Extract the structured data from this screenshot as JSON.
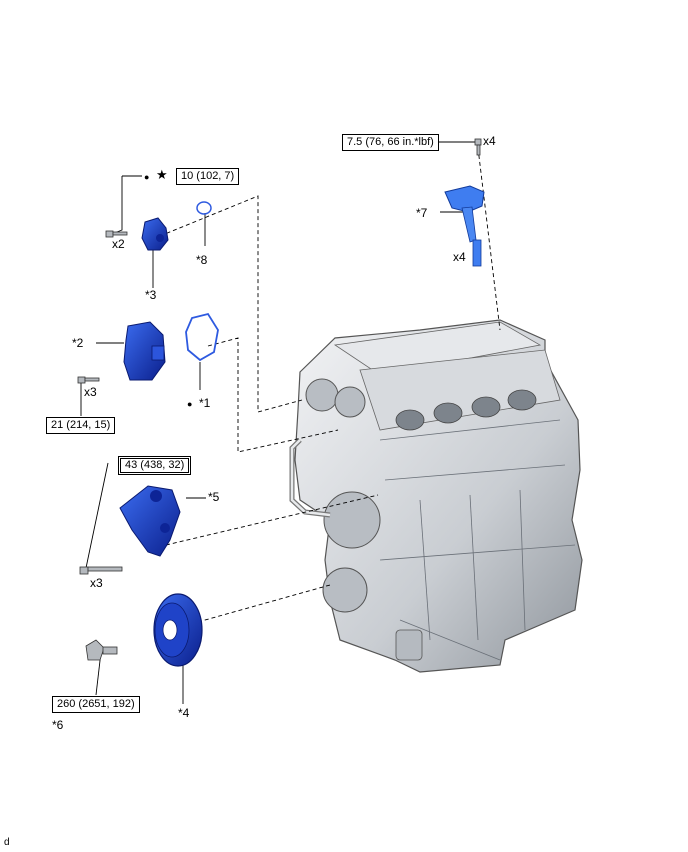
{
  "figure_code": "d",
  "colors": {
    "part_blue": "#1c3ec8",
    "part_blue_light": "#3f7df0",
    "engine_gray": "#cfd3d8",
    "line": "#000000"
  },
  "torques": {
    "t1": "10 (102, 7)",
    "t2": "21 (214, 15)",
    "t3": "43 (438, 32)",
    "t4": "260 (2651, 192)",
    "t5": "7.5 (76, 66 in.*lbf)"
  },
  "quantities": {
    "q1": "x2",
    "q2": "x3",
    "q3": "x3",
    "q4": "x4",
    "q5": "x4"
  },
  "callouts": {
    "c1": "*1",
    "c2": "*2",
    "c3": "*3",
    "c4": "*4",
    "c5": "*5",
    "c6": "*6",
    "c7": "*7",
    "c8": "*8"
  },
  "symbols": {
    "dot": "●",
    "star": "★"
  },
  "icons": [
    "bolt-icon",
    "engine-block",
    "pulley",
    "ignition-coil"
  ]
}
